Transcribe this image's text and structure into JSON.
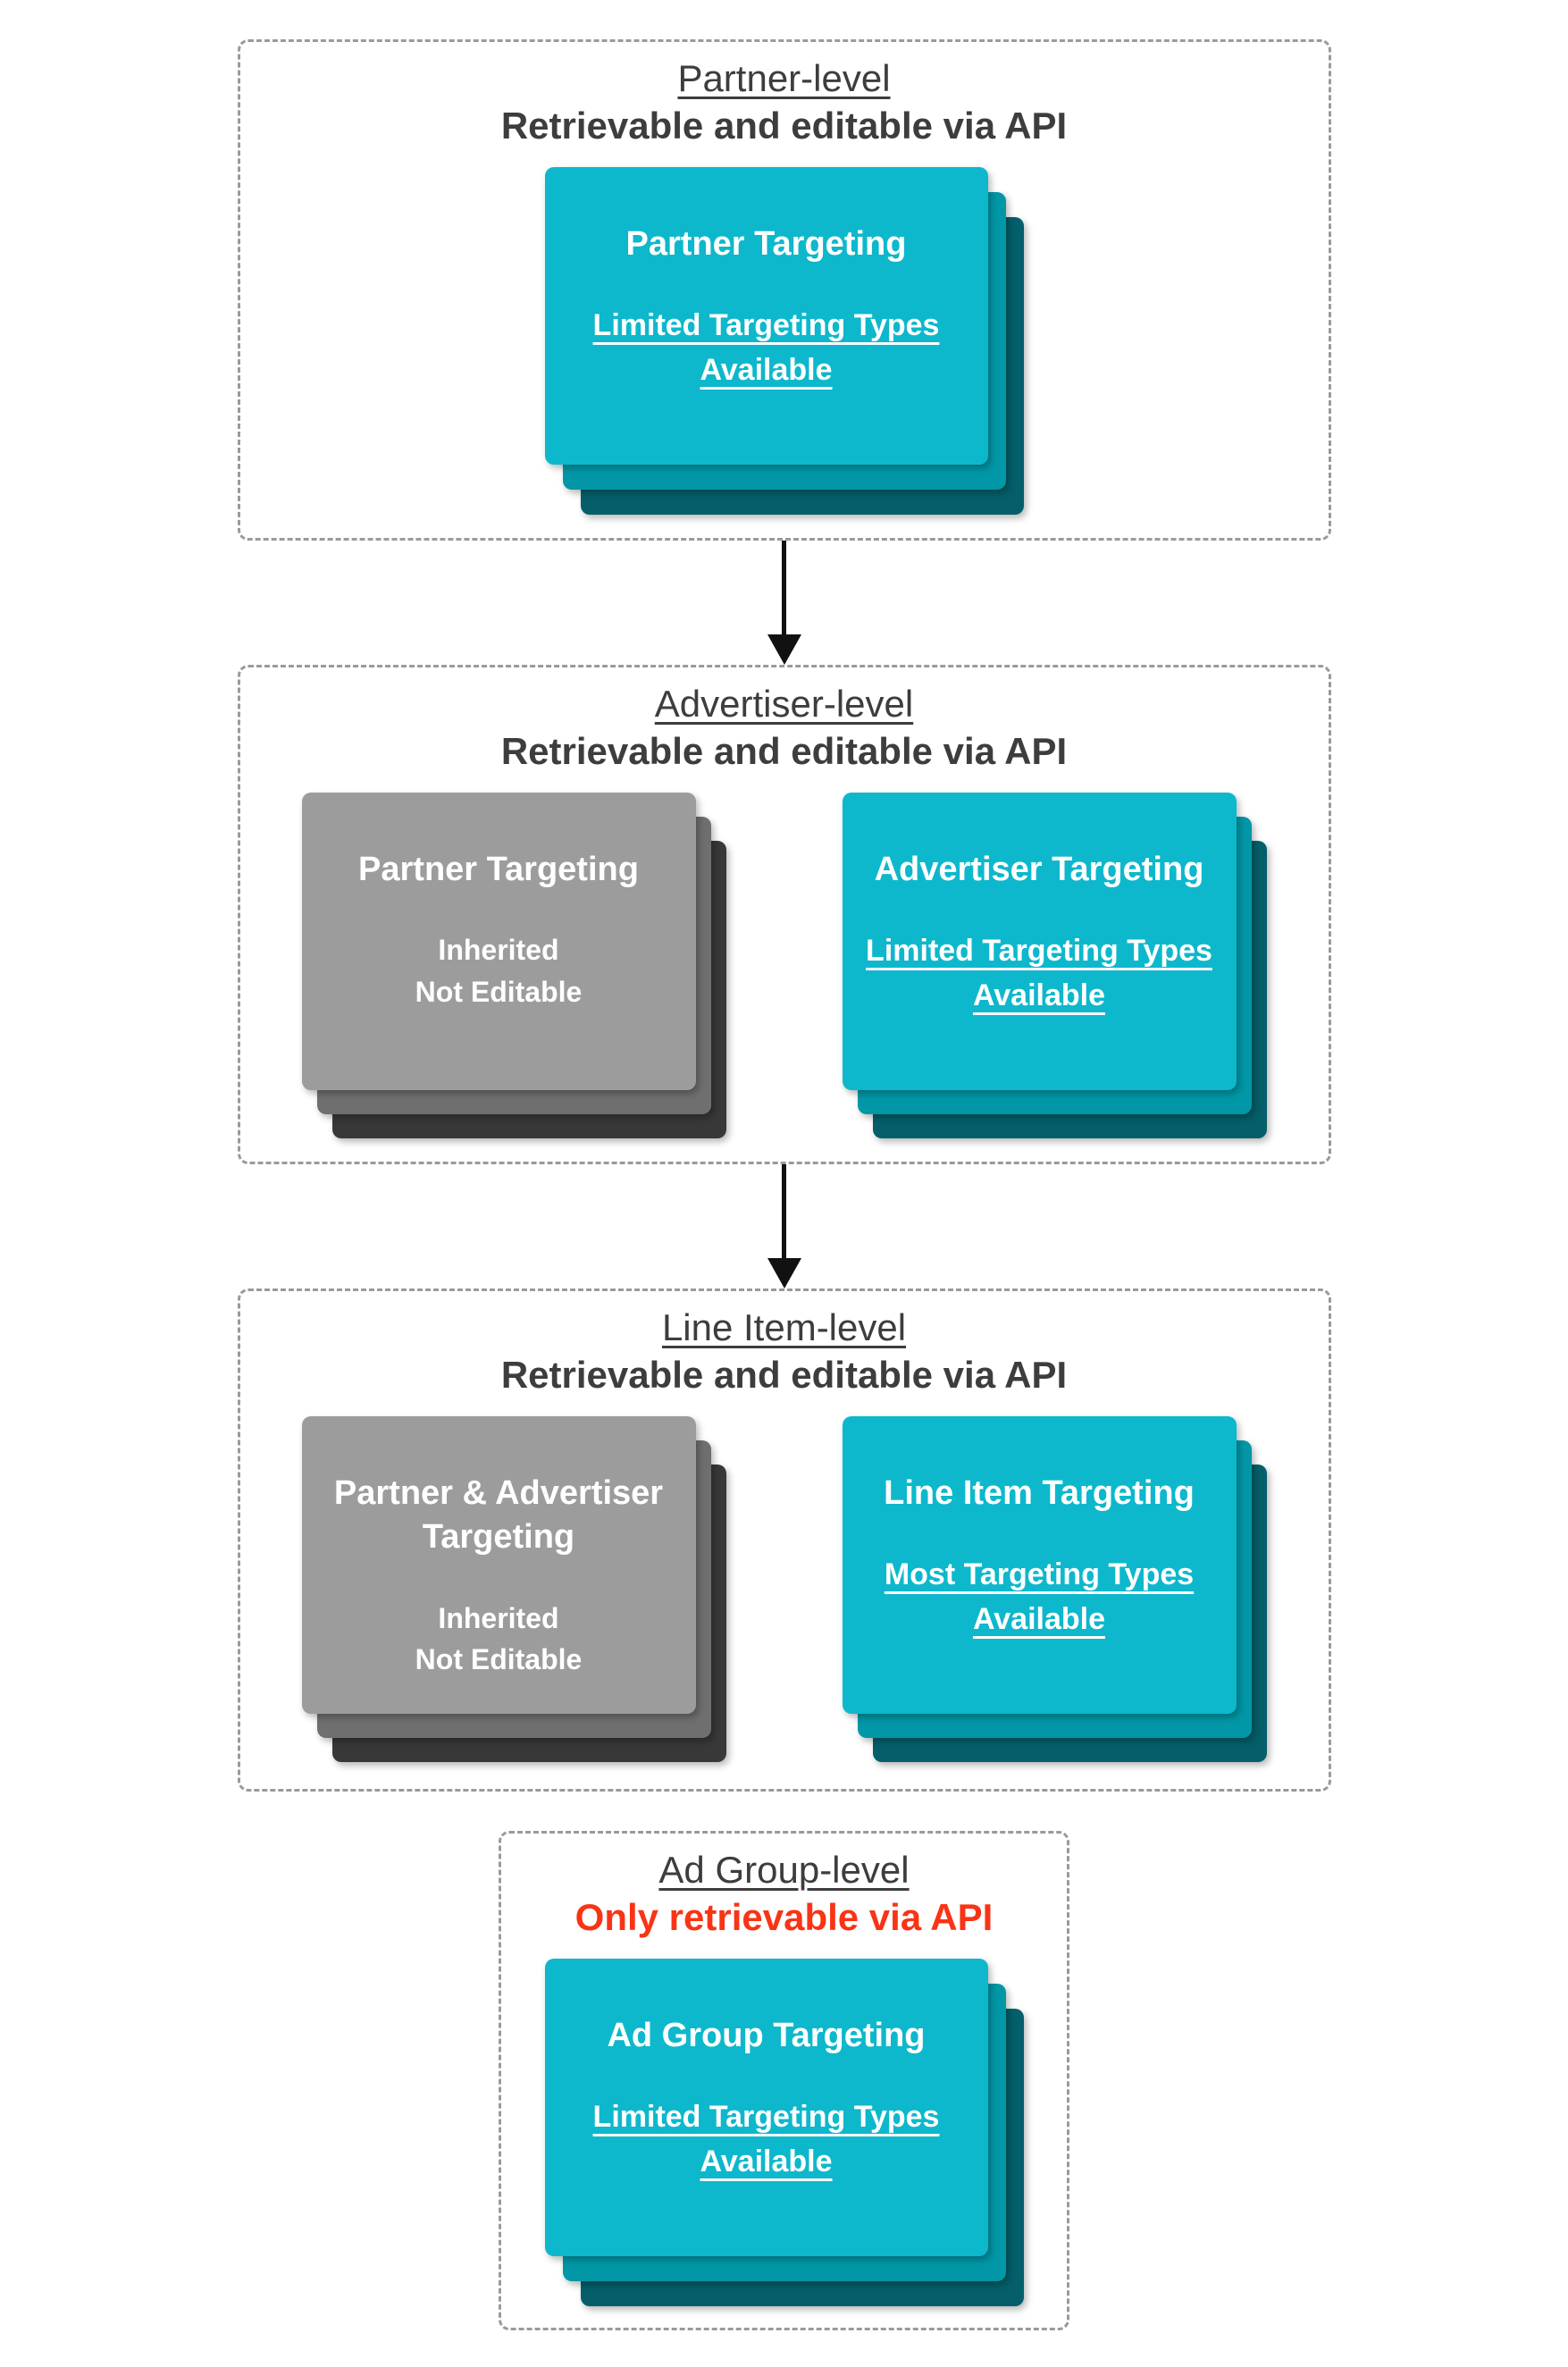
{
  "colors": {
    "teal_front": "#0db8cc",
    "teal_mid": "#0197a7",
    "teal_back": "#045f6a",
    "gray_front": "#9c9c9c",
    "gray_mid": "#6f6f6f",
    "gray_back": "#383838",
    "heading_text": "#3d3d3d",
    "red_text": "#f93415",
    "dashed_border": "#9a9a9a",
    "arrow": "#111111",
    "card_text": "#ffffff"
  },
  "sections": [
    {
      "title": "Partner-level",
      "subtitle": "Retrievable and editable via API",
      "cards": [
        {
          "variant": "teal",
          "title": "Partner Targeting",
          "body": "Limited Targeting Types\nAvailable"
        }
      ]
    },
    {
      "title": "Advertiser-level",
      "subtitle": "Retrievable and editable via API",
      "cards": [
        {
          "variant": "gray",
          "title": "Partner Targeting",
          "body": "Inherited\nNot Editable"
        },
        {
          "variant": "teal",
          "title": "Advertiser Targeting",
          "body": "Limited Targeting Types\nAvailable"
        }
      ]
    },
    {
      "title": "Line Item-level",
      "subtitle": "Retrievable and editable via API",
      "cards": [
        {
          "variant": "gray",
          "title": "Partner & Advertiser\nTargeting",
          "body": "Inherited\nNot Editable"
        },
        {
          "variant": "teal",
          "title": "Line Item Targeting",
          "body": "Most Targeting Types\nAvailable"
        }
      ]
    },
    {
      "title": "Ad Group-level",
      "subtitle": "Only retrievable via API",
      "cards": [
        {
          "variant": "teal",
          "title": "Ad Group Targeting",
          "body": "Limited Targeting Types\nAvailable"
        }
      ]
    }
  ]
}
